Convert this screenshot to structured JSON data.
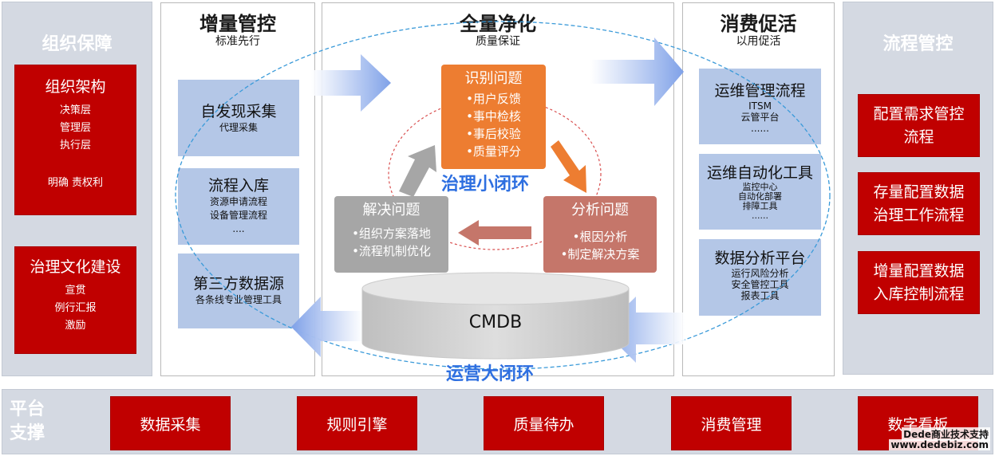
{
  "left": {
    "title": "组织保障",
    "org": {
      "title": "组织架构",
      "items": [
        "决策层",
        "管理层",
        "执行层"
      ],
      "note": "明确 责权利"
    },
    "culture": {
      "title": "治理文化建设",
      "items": [
        "宣贯",
        "例行汇报",
        "激励"
      ]
    }
  },
  "incremental": {
    "title": "增量管控",
    "subtitle": "标准先行",
    "boxes": [
      {
        "title": "自发现采集",
        "lines": [
          "代理采集"
        ]
      },
      {
        "title": "流程入库",
        "lines": [
          "资源申请流程",
          "设备管理流程",
          "...."
        ]
      },
      {
        "title": "第三方数据源",
        "lines": [
          "各条线专业管理工具"
        ]
      }
    ]
  },
  "purify": {
    "title": "全量净化",
    "subtitle": "质量保证",
    "identify": {
      "title": "识别问题",
      "items": [
        "•用户反馈",
        "•事中检核",
        "•事后校验",
        "•质量评分"
      ]
    },
    "analyze": {
      "title": "分析问题",
      "items": [
        "•根因分析",
        "•制定解决方案"
      ]
    },
    "solve": {
      "title": "解决问题",
      "items": [
        "•组织方案落地",
        "•流程机制优化"
      ]
    },
    "small_loop": "治理小闭环",
    "cmdb": "CMDB"
  },
  "big_loop": "运营大闭环",
  "consume": {
    "title": "消费促活",
    "subtitle": "以用促活",
    "boxes": [
      {
        "title": "运维管理流程",
        "lines": [
          "ITSM",
          "云管平台",
          "......"
        ]
      },
      {
        "title": "运维自动化工具",
        "lines": [
          "监控中心",
          "自动化部署",
          "排障工具",
          "......"
        ]
      },
      {
        "title": "数据分析平台",
        "lines": [
          "运行风险分析",
          "安全管控工具",
          "报表工具"
        ]
      }
    ]
  },
  "right": {
    "title": "流程管控",
    "items": [
      "配置需求管控流程",
      "存量配置数据治理工作流程",
      "增量配置数据入库控制流程"
    ]
  },
  "platform": {
    "title": "平台支撑",
    "items": [
      "数据采集",
      "规则引擎",
      "质量待办",
      "消费管理",
      "数字看板"
    ]
  },
  "watermark": [
    "Dede商业技术支持",
    "www.dedebiz.com"
  ],
  "colors": {
    "red": "#c00000",
    "blue_box": "#b4c7e7",
    "panel_grey": "#d4d9e2",
    "orange": "#ed7d31",
    "analyze": "#c5766a",
    "solve": "#a6a6a6",
    "loop_blue": "#2e6fe0"
  }
}
